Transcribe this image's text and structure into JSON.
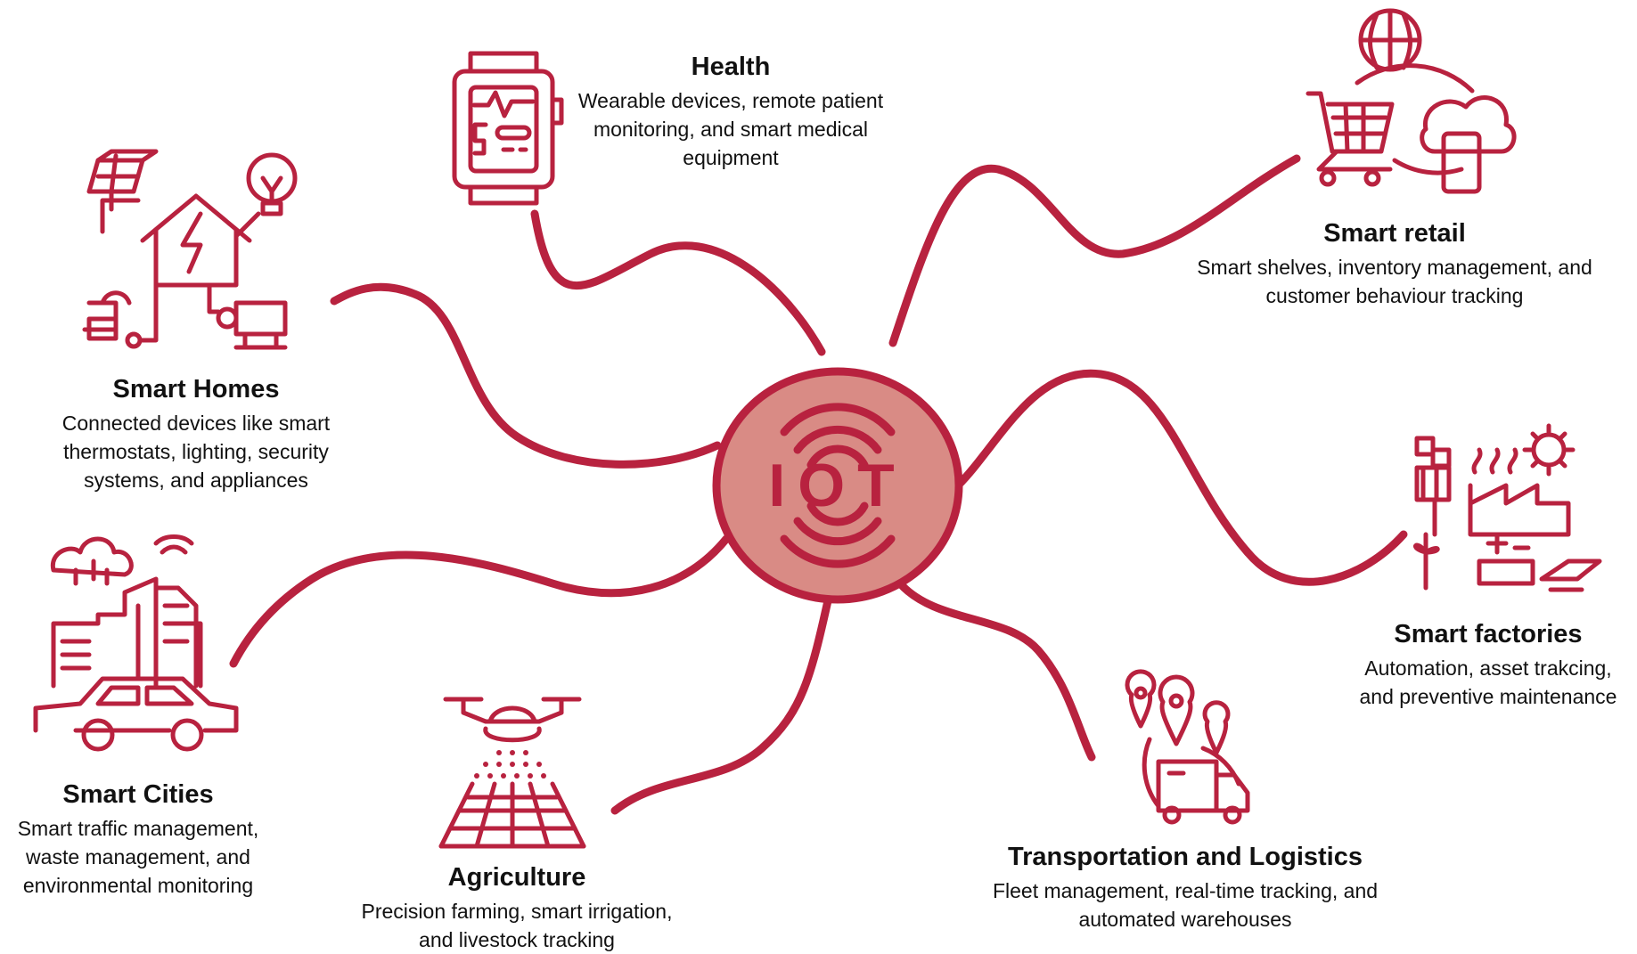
{
  "colors": {
    "accent": "#b8223f",
    "hub_fill": "#d98b85"
  },
  "hub": {
    "label": "IOT"
  },
  "nodes": [
    {
      "id": "health",
      "title": "Health",
      "description": "Wearable devices, remote patient monitoring, and smart medical equipment",
      "icon": "smartwatch-icon"
    },
    {
      "id": "smart-retail",
      "title": "Smart retail",
      "description": "Smart shelves, inventory management, and customer behaviour tracking",
      "icon": "shopping-cart-globe-icon"
    },
    {
      "id": "smart-homes",
      "title": "Smart Homes",
      "description": "Connected devices like smart thermostats, lighting, security systems, and appliances",
      "icon": "smart-home-icon"
    },
    {
      "id": "smart-factories",
      "title": "Smart factories",
      "description": "Automation, asset trakcing, and preventive maintenance",
      "icon": "factory-icon"
    },
    {
      "id": "smart-cities",
      "title": "Smart Cities",
      "description": "Smart traffic management, waste management, and environmental monitoring",
      "icon": "city-car-icon"
    },
    {
      "id": "agriculture",
      "title": "Agriculture",
      "description": "Precision farming, smart irrigation, and livestock tracking",
      "icon": "drone-field-icon"
    },
    {
      "id": "transportation",
      "title": "Transportation and Logistics",
      "description": "Fleet management, real-time tracking, and automated warehouses",
      "icon": "delivery-truck-pins-icon"
    }
  ]
}
